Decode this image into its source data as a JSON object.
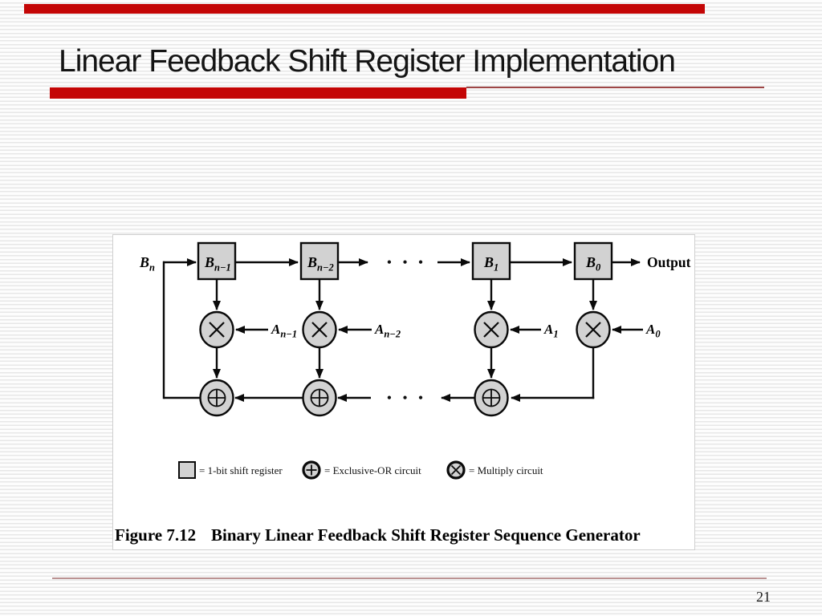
{
  "slide": {
    "title": "Linear Feedback Shift Register Implementation",
    "page_number": "21"
  },
  "colors": {
    "accent_red": "#c40606",
    "underline_thin_red": "#9e4646",
    "footer_rule_red": "#bb9393",
    "diagram_fill_gray": "#d2d2d2"
  },
  "figure": {
    "input_signal": {
      "base": "B",
      "sub": "n"
    },
    "registers": [
      {
        "base": "B",
        "sub": "n−1"
      },
      {
        "base": "B",
        "sub": "n−2"
      },
      {
        "base": "B",
        "sub": "1"
      },
      {
        "base": "B",
        "sub": "0"
      }
    ],
    "coefficients": [
      {
        "base": "A",
        "sub": "n−1"
      },
      {
        "base": "A",
        "sub": "n−2"
      },
      {
        "base": "A",
        "sub": "1"
      },
      {
        "base": "A",
        "sub": "0"
      }
    ],
    "output_label": "Output",
    "ellipsis": "• • •",
    "legend": [
      {
        "label": "= 1-bit shift register"
      },
      {
        "label": "= Exclusive-OR circuit"
      },
      {
        "label": "= Multiply circuit"
      }
    ],
    "caption_label": "Figure 7.12",
    "caption_text": "Binary Linear Feedback Shift Register Sequence Generator"
  }
}
